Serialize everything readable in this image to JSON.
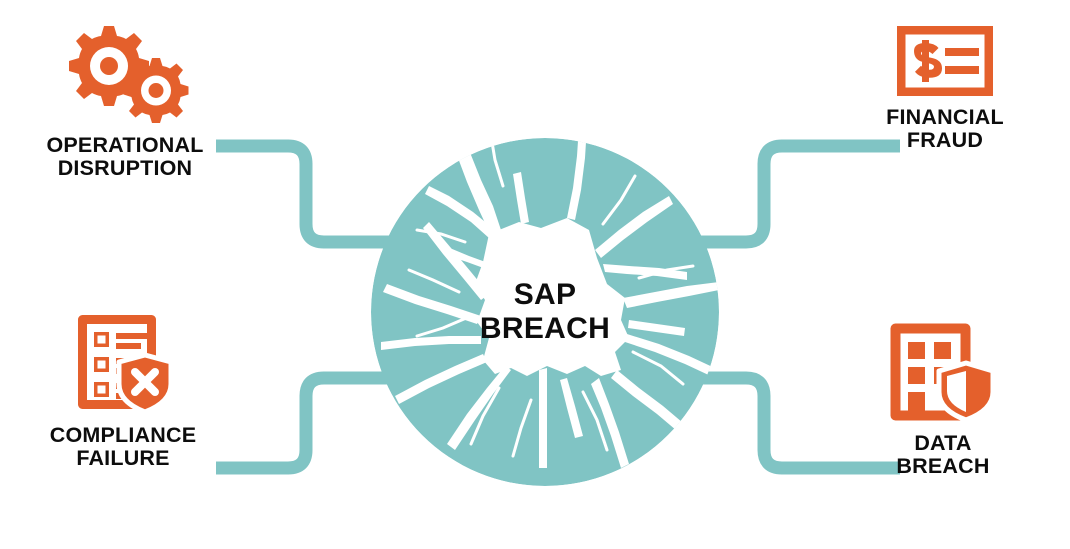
{
  "palette": {
    "orange": "#E4602C",
    "teal": "#80C4C4",
    "text": "#0D0D0D",
    "background": "#FFFFFF"
  },
  "core": {
    "label": "SAP\nBREACH",
    "icon": "cracked-globe-icon",
    "shape": "shattered-circle"
  },
  "nodes": [
    {
      "id": "operational-disruption",
      "label": "OPERATIONAL\nDISRUPTION",
      "icon": "gears-icon",
      "position": "top-left"
    },
    {
      "id": "financial-fraud",
      "label": "FINANCIAL\nFRAUD",
      "icon": "check-dollar-icon",
      "position": "top-right"
    },
    {
      "id": "compliance-failure",
      "label": "COMPLIANCE\nFAILURE",
      "icon": "checklist-shield-x-icon",
      "position": "bottom-left"
    },
    {
      "id": "data-breach",
      "label": "DATA\nBREACH",
      "icon": "building-shield-icon",
      "position": "bottom-right"
    }
  ],
  "connectors": [
    {
      "id": "connector-operational-disruption",
      "from": "operational-disruption",
      "to": "core"
    },
    {
      "id": "connector-financial-fraud",
      "from": "financial-fraud",
      "to": "core"
    },
    {
      "id": "connector-compliance-failure",
      "from": "compliance-failure",
      "to": "core"
    },
    {
      "id": "connector-data-breach",
      "from": "data-breach",
      "to": "core"
    }
  ]
}
